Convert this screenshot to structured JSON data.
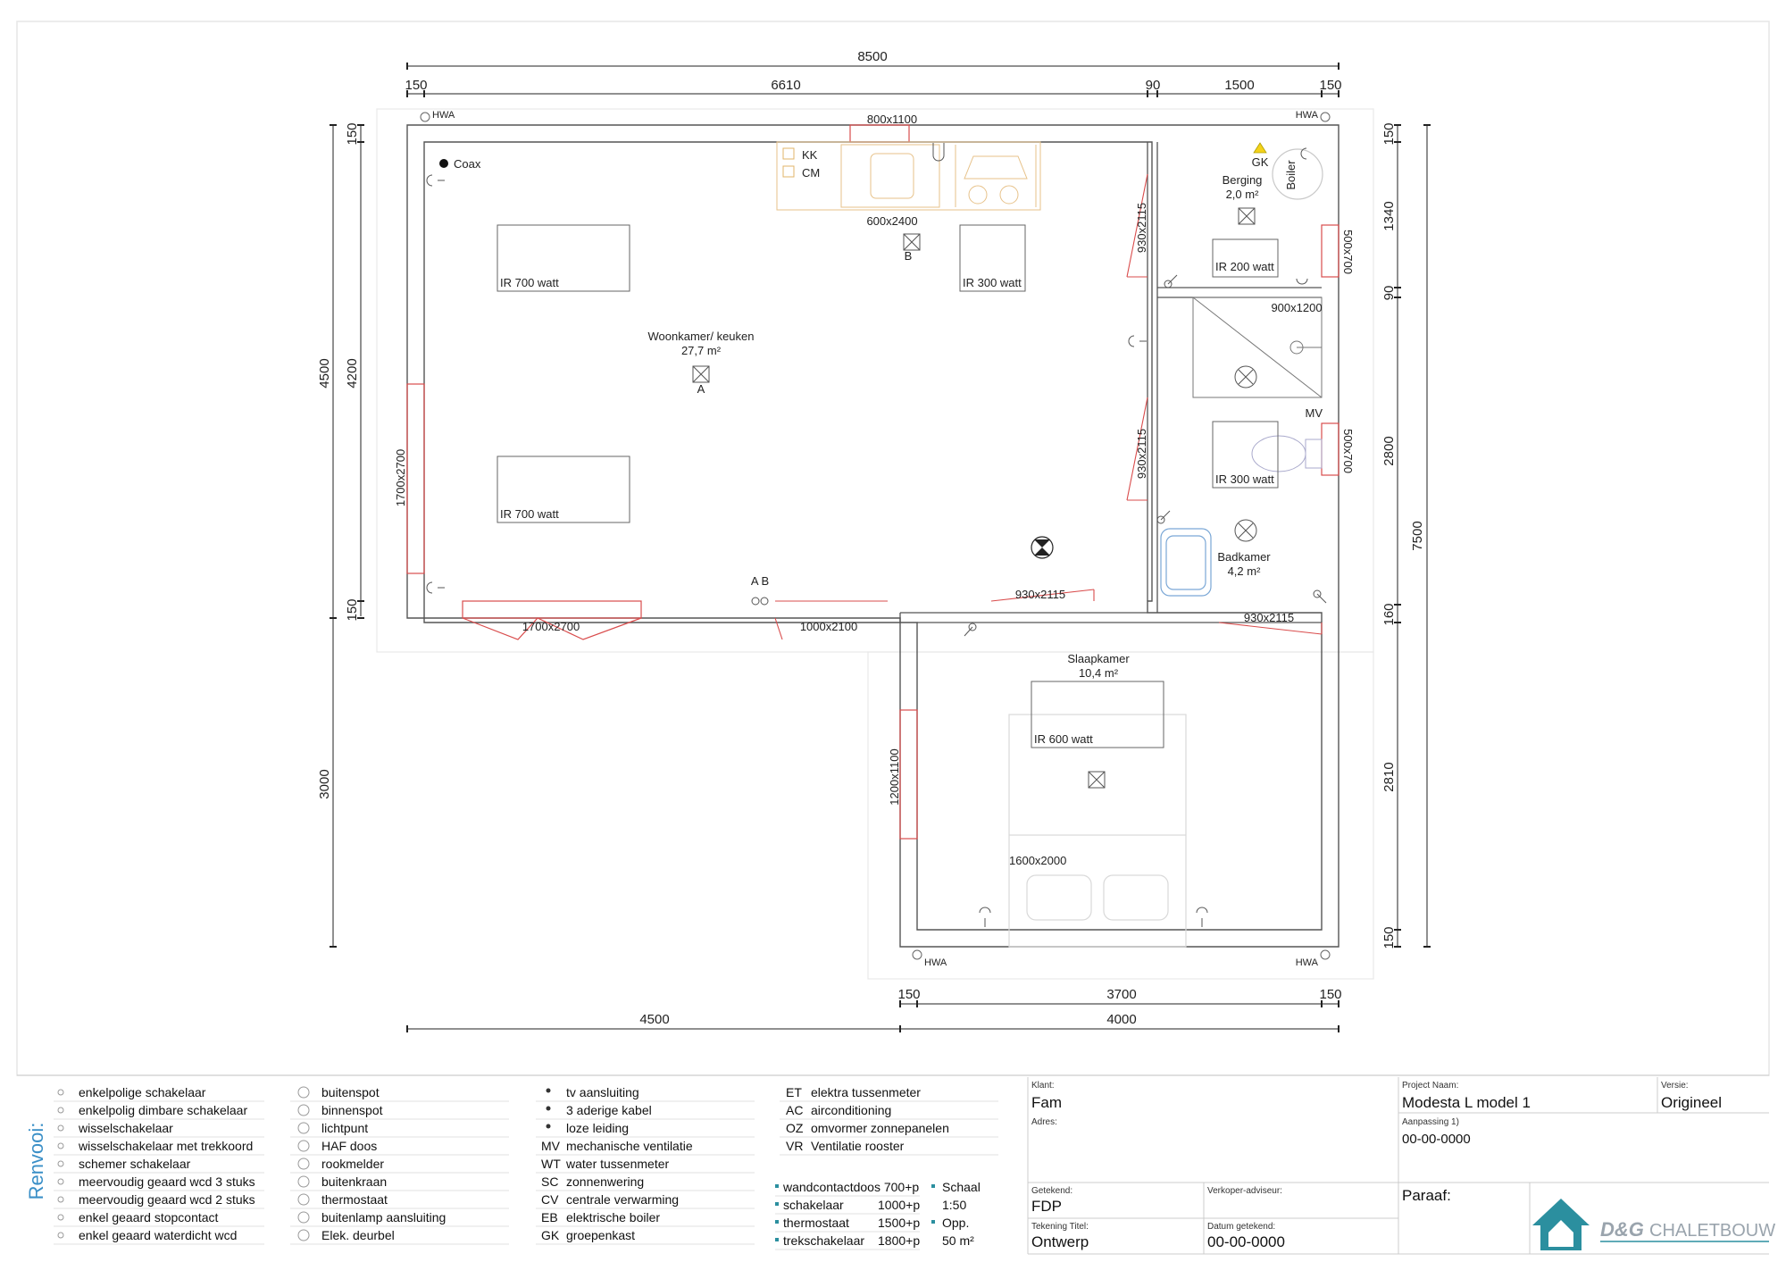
{
  "dimensions": {
    "top_total": "8500",
    "top_segments": [
      "150",
      "6610",
      "90",
      "1500",
      "150"
    ],
    "left_outer_top": "4500",
    "left_outer_bottom": "3000",
    "left_inner": [
      "150",
      "4200",
      "150"
    ],
    "right_segments": [
      "150",
      "1340",
      "90",
      "2800",
      "160",
      "2810",
      "150"
    ],
    "right_total": "7500",
    "bottom_inner": [
      "150",
      "3700",
      "150"
    ],
    "bottom_outer": [
      "4500",
      "4000"
    ]
  },
  "rooms": [
    {
      "name": "Woonkamer/ keuken",
      "area": "27,7 m²",
      "marker": "A"
    },
    {
      "name": "Berging",
      "area": "2,0 m²"
    },
    {
      "name": "Badkamer",
      "area": "4,2 m²"
    },
    {
      "name": "Slaapkamer",
      "area": "10,4 m²"
    }
  ],
  "openings": {
    "top_window": "800x1100",
    "kitchen": "600x2400",
    "kitchen_marker": "B",
    "door_berging": "930x2115",
    "door_bath": "930x2115",
    "door_hall": "930x2115",
    "door_sleep": "930x2115",
    "window_left": "1700x2700",
    "window_bottom": "1700x2700",
    "front_door": "1000x2100",
    "window_berging": "500x700",
    "window_bath": "500x700",
    "window_sleep": "1200x1100",
    "shower": "900x1200",
    "bed": "1600x2000"
  },
  "fixtures": {
    "coax": "Coax",
    "kk": "KK",
    "cm": "CM",
    "gk": "GK",
    "boiler": "Boiler",
    "mv": "MV",
    "ab": "A B",
    "hwa": "HWA",
    "heaters": [
      "IR 700 watt",
      "IR 700 watt",
      "IR 300 watt",
      "IR 200 watt",
      "IR 300 watt",
      "IR 600 watt"
    ]
  },
  "legend": {
    "title": "Renvooi:",
    "col1": [
      "enkelpolige schakelaar",
      "enkelpolig dimbare schakelaar",
      "wisselschakelaar",
      "wisselschakelaar met trekkoord",
      "schemer schakelaar",
      "meervoudig geaard wcd 3 stuks",
      "meervoudig geaard wcd 2 stuks",
      "enkel geaard stopcontact",
      "enkel geaard waterdicht wcd"
    ],
    "col2": [
      "buitenspot",
      "binnenspot",
      "lichtpunt",
      "HAF doos",
      "rookmelder",
      "buitenkraan",
      "thermostaat",
      "buitenlamp aansluiting",
      "Elek. deurbel"
    ],
    "col3": [
      {
        "code": "",
        "label": "tv aansluiting"
      },
      {
        "code": "",
        "label": "3 aderige kabel"
      },
      {
        "code": "",
        "label": "loze leiding"
      },
      {
        "code": "MV",
        "label": "mechanische ventilatie"
      },
      {
        "code": "WT",
        "label": "water tussenmeter"
      },
      {
        "code": "SC",
        "label": "zonnenwering"
      },
      {
        "code": "CV",
        "label": "centrale verwarming"
      },
      {
        "code": "EB",
        "label": "elektrische boiler"
      },
      {
        "code": "GK",
        "label": "groepenkast"
      }
    ],
    "col4": [
      {
        "code": "ET",
        "label": "elektra tussenmeter"
      },
      {
        "code": "AC",
        "label": "airconditioning"
      },
      {
        "code": "OZ",
        "label": "omvormer zonnepanelen"
      },
      {
        "code": "VR",
        "label": "Ventilatie rooster"
      }
    ],
    "heights": [
      {
        "label": "wandcontactdoos 700+p",
        "value": ""
      },
      {
        "label": "schakelaar",
        "value": "1000+p"
      },
      {
        "label": "thermostaat",
        "value": "1500+p"
      },
      {
        "label": "trekschakelaar",
        "value": "1800+p"
      }
    ],
    "scale_label": "Schaal",
    "scale_value": "1:50",
    "area_label": "Opp.",
    "area_value": "50 m²"
  },
  "title_block": {
    "klant_caption": "Klant:",
    "klant": "Fam",
    "project_caption": "Project Naam:",
    "project": "Modesta L model 1",
    "versie_caption": "Versie:",
    "versie": "Origineel",
    "adres_caption": "Adres:",
    "aanpassing_caption": "Aanpassing 1)",
    "aanpassing": "00-00-0000",
    "getekend_caption": "Getekend:",
    "getekend": "FDP",
    "verkoper_caption": "Verkoper-adviseur:",
    "paraaf": "Paraaf:",
    "titel_caption": "Tekening Titel:",
    "titel": "Ontwerp",
    "datum_caption": "Datum getekend:",
    "datum": "00-00-0000",
    "logo_text_1": "D&G",
    "logo_text_2": "CHALETBOUW"
  }
}
